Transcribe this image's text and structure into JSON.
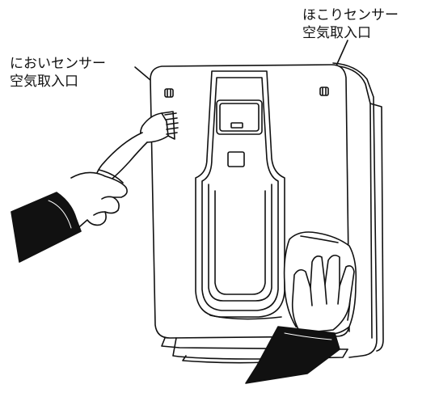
{
  "labels": {
    "dust_sensor": {
      "line1": "ほこりセンサー",
      "line2": "空気取入口"
    },
    "odor_sensor": {
      "line1": "においセンサー",
      "line2": "空気取入口"
    }
  },
  "colors": {
    "line": "#111111",
    "fill": "#ffffff",
    "sleeve": "#111111"
  },
  "icons": [
    "brush-icon",
    "cloth-icon",
    "hand-icon"
  ]
}
